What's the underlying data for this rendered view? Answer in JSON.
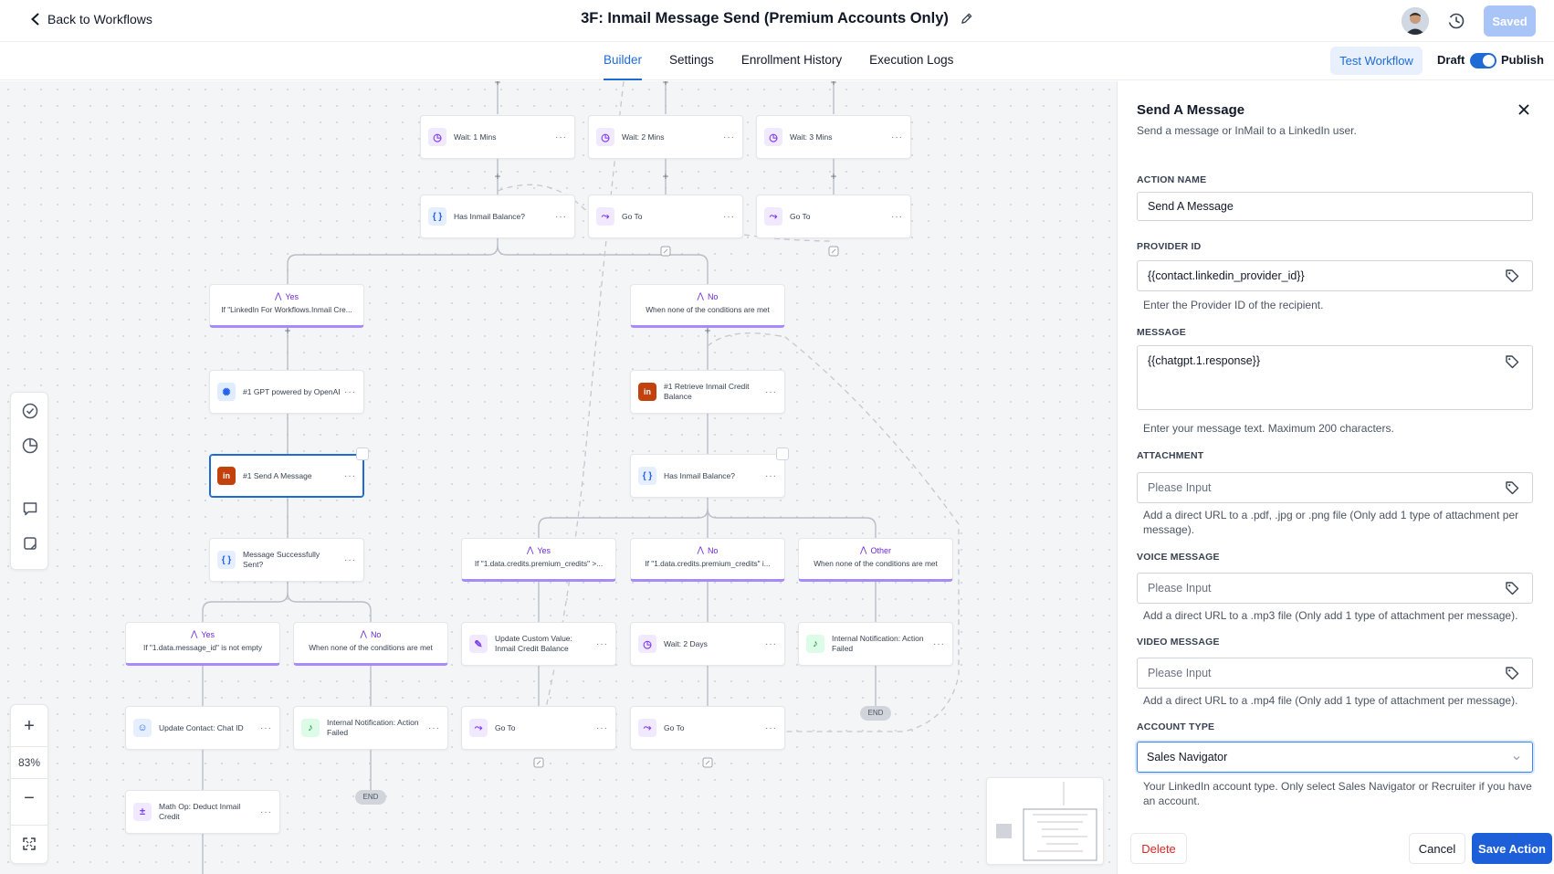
{
  "header": {
    "back_label": "Back to Workflows",
    "title": "3F: Inmail Message Send (Premium Accounts Only)",
    "saved_label": "Saved"
  },
  "tabs": [
    {
      "label": "Builder",
      "active": true
    },
    {
      "label": "Settings",
      "active": false
    },
    {
      "label": "Enrollment History",
      "active": false
    },
    {
      "label": "Execution Logs",
      "active": false
    }
  ],
  "tabbar": {
    "test_label": "Test Workflow",
    "draft_label": "Draft",
    "publish_label": "Publish",
    "publish_on": true
  },
  "canvas": {
    "zoom_level": "83%",
    "nodes": {
      "wait1": {
        "label": "Wait: 1 Mins",
        "icon": "clock-icon"
      },
      "wait2": {
        "label": "Wait: 2 Mins",
        "icon": "clock-icon"
      },
      "wait3": {
        "label": "Wait: 3 Mins",
        "icon": "clock-icon"
      },
      "has_balance_top": {
        "label": "Has Inmail Balance?",
        "icon": "code-braces-icon"
      },
      "goto_top1": {
        "label": "Go To",
        "icon": "goto-icon"
      },
      "goto_top2": {
        "label": "Go To",
        "icon": "goto-icon"
      },
      "gpt": {
        "label": "#1 GPT powered by OpenAI",
        "icon": "openai-icon"
      },
      "send_message": {
        "label": "#1 Send A Message",
        "icon": "linkedin-icon"
      },
      "msg_sent": {
        "label": "Message Successfully Sent?",
        "icon": "code-braces-icon"
      },
      "retrieve_credit": {
        "label": "#1 Retrieve Inmail Credit Balance",
        "icon": "linkedin-icon"
      },
      "has_balance_mid": {
        "label": "Has Inmail Balance?",
        "icon": "code-braces-icon"
      },
      "update_custom": {
        "label": "Update Custom Value: Inmail Credit Balance",
        "icon": "edit-icon"
      },
      "wait2days": {
        "label": "Wait: 2 Days",
        "icon": "clock-icon"
      },
      "notify_failed_right": {
        "label": "Internal Notification: Action Failed",
        "icon": "bell-icon"
      },
      "update_contact": {
        "label": "Update Contact: Chat ID",
        "icon": "user-icon"
      },
      "notify_failed_left": {
        "label": "Internal Notification: Action Failed",
        "icon": "bell-icon"
      },
      "goto_bottom1": {
        "label": "Go To",
        "icon": "goto-icon"
      },
      "goto_bottom2": {
        "label": "Go To",
        "icon": "goto-icon"
      },
      "math_op": {
        "label": "Math Op: Deduct Inmail Credit",
        "icon": "math-icon"
      }
    },
    "branches": {
      "yes_top": {
        "type": "Yes",
        "condition": "If \"LinkedIn For Workflows.Inmail Cre..."
      },
      "no_top": {
        "type": "No",
        "condition": "When none of the conditions are met"
      },
      "yes_left": {
        "type": "Yes",
        "condition": "If \"1.data.message_id\" is not empty"
      },
      "no_left": {
        "type": "No",
        "condition": "When none of the conditions are met"
      },
      "yes_mid": {
        "type": "Yes",
        "condition": "If \"1.data.credits.premium_credits\" >..."
      },
      "no_mid": {
        "type": "No",
        "condition": "If \"1.data.credits.premium_credits\" i..."
      },
      "other_mid": {
        "type": "Other",
        "condition": "When none of the conditions are met"
      }
    },
    "end_label": "END"
  },
  "panel": {
    "title": "Send A Message",
    "subtitle": "Send a message or InMail to a LinkedIn user.",
    "action_name_label": "ACTION NAME",
    "action_name_value": "Send A Message",
    "provider_id_label": "PROVIDER ID",
    "provider_id_value": "{{contact.linkedin_provider_id}}",
    "provider_id_help": "Enter the Provider ID of the recipient.",
    "message_label": "MESSAGE",
    "message_value": "{{chatgpt.1.response}}",
    "message_help": "Enter your message text. Maximum 200 characters.",
    "attachment_label": "ATTACHMENT",
    "attachment_placeholder": "Please Input",
    "attachment_help": "Add a direct URL to a .pdf, .jpg or .png file (Only add 1 type of attachment per message).",
    "voice_label": "VOICE MESSAGE",
    "voice_placeholder": "Please Input",
    "voice_help": "Add a direct URL to a .mp3 file (Only add 1 type of attachment per message).",
    "video_label": "VIDEO MESSAGE",
    "video_placeholder": "Please Input",
    "video_help": "Add a direct URL to a .mp4 file (Only add 1 type of attachment per message).",
    "account_type_label": "ACCOUNT TYPE",
    "account_type_value": "Sales Navigator",
    "account_type_help": "Your LinkedIn account type. Only select Sales Navigator or Recruiter if you have an account.",
    "delete_label": "Delete",
    "cancel_label": "Cancel",
    "save_label": "Save Action"
  },
  "colors": {
    "accent": "#1e6bd6",
    "branch_border": "#a78bfa",
    "delete": "#dc2626",
    "save_bg": "#1d5fd8"
  }
}
